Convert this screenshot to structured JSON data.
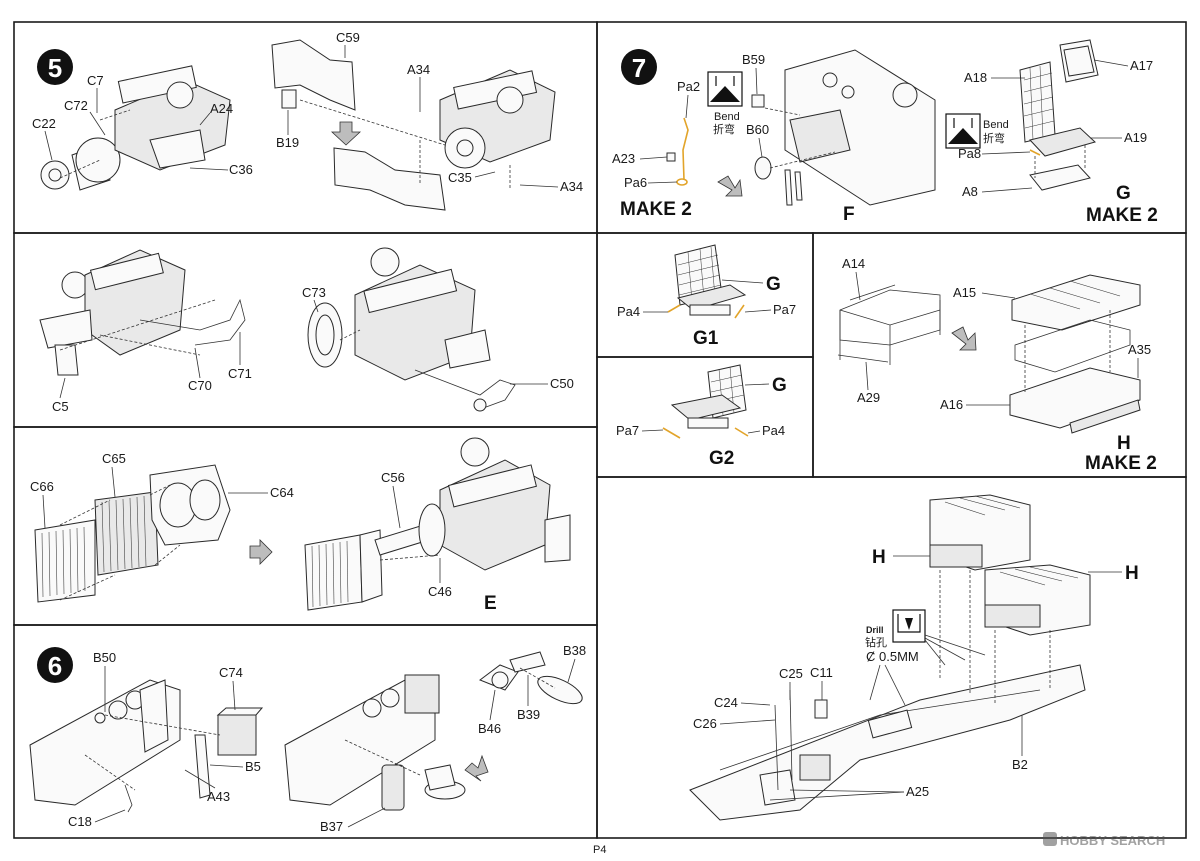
{
  "page": {
    "number": "P4",
    "watermark": "HOBBY SEARCH"
  },
  "steps": {
    "s5": "5",
    "s6": "6",
    "s7": "7"
  },
  "panel_5": {
    "labels": {
      "C7": "C7",
      "C72": "C72",
      "C22": "C22",
      "A24": "A24",
      "C36": "C36",
      "C59": "C59",
      "A34a": "A34",
      "B19": "B19",
      "C35": "C35",
      "A34b": "A34"
    }
  },
  "panel_7": {
    "labels": {
      "Pa2": "Pa2",
      "A23": "A23",
      "Pa6": "Pa6",
      "B59": "B59",
      "B60": "B60",
      "A18": "A18",
      "A17": "A17",
      "A19": "A19",
      "Pa8": "Pa8",
      "A8": "A8"
    },
    "bend_en": "Bend",
    "bend_cn": "折弯",
    "make2_left": "MAKE 2",
    "F": "F",
    "G": "G",
    "make2_right": "MAKE 2"
  },
  "panel_engine2": {
    "labels": {
      "C73": "C73",
      "C70": "C70",
      "C71": "C71",
      "C5": "C5",
      "C50": "C50"
    }
  },
  "panel_g1": {
    "G": "G",
    "Pa4": "Pa4",
    "Pa7": "Pa7",
    "title": "G1"
  },
  "panel_g2": {
    "G": "G",
    "Pa7": "Pa7",
    "Pa4": "Pa4",
    "title": "G2"
  },
  "panel_h": {
    "labels": {
      "A14": "A14",
      "A15": "A15",
      "A29": "A29",
      "A35": "A35",
      "A16": "A16"
    },
    "H": "H",
    "make2": "MAKE 2"
  },
  "panel_radiator": {
    "labels": {
      "C66": "C66",
      "C65": "C65",
      "C64": "C64",
      "C56": "C56",
      "C46": "C46"
    },
    "E": "E"
  },
  "panel_floor": {
    "H1": "H",
    "H2": "H",
    "drill_en": "Drill",
    "drill_cn": "钻孔",
    "drill_size": "Ȼ 0.5MM",
    "labels": {
      "C25": "C25",
      "C11": "C11",
      "C24": "C24",
      "C26": "C26",
      "B2": "B2",
      "A25": "A25"
    }
  },
  "panel_6": {
    "labels": {
      "B50": "B50",
      "C74": "C74",
      "B5": "B5",
      "A43": "A43",
      "C18": "C18",
      "B38": "B38",
      "B46": "B46",
      "B39": "B39",
      "B37": "B37"
    }
  }
}
